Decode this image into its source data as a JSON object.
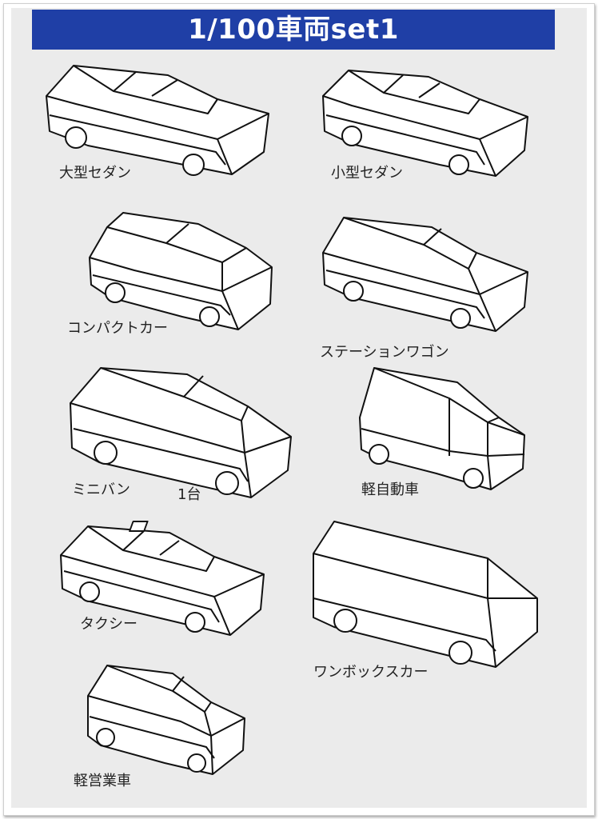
{
  "title": "1/100車両set1",
  "vehicles": [
    {
      "id": "large-sedan",
      "label": "大型セダン"
    },
    {
      "id": "small-sedan",
      "label": "小型セダン"
    },
    {
      "id": "compact-car",
      "label": "コンパクトカー"
    },
    {
      "id": "station-wagon",
      "label": "ステーションワゴン"
    },
    {
      "id": "minivan",
      "label": "ミニバン"
    },
    {
      "id": "kei-car",
      "label": "軽自動車"
    },
    {
      "id": "taxi",
      "label": "タクシー"
    },
    {
      "id": "one-box-car",
      "label": "ワンボックスカー"
    },
    {
      "id": "kei-commercial",
      "label": "軽営業車"
    }
  ],
  "minivan_count": "1台"
}
